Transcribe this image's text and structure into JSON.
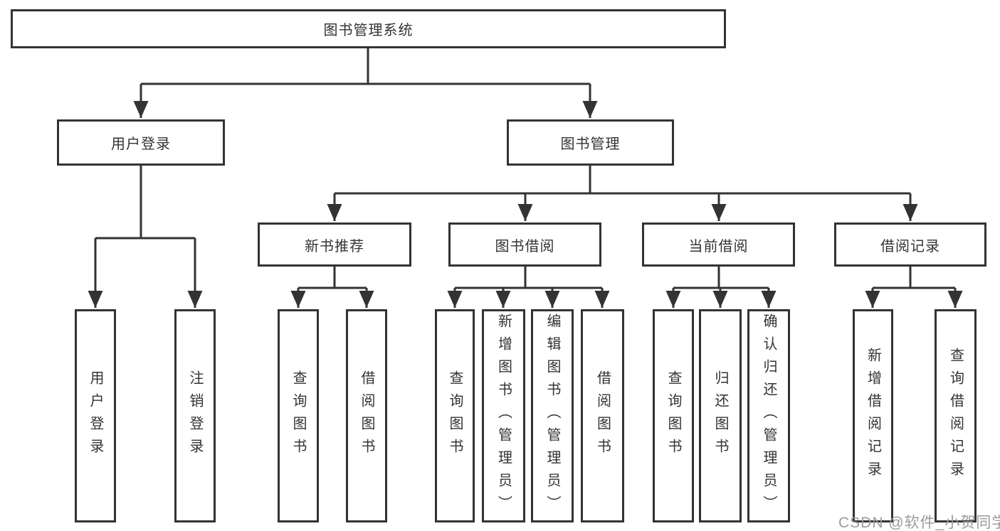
{
  "page": {
    "background": "#ffffff"
  },
  "colors": {
    "line": "#333333",
    "box_border": "#333333",
    "text": "#333333",
    "watermark": "#9b9b9b"
  },
  "watermark": {
    "text": "CSDN @软件_小贺同学"
  },
  "tree": {
    "root": {
      "label": "图书管理系统"
    },
    "level2": [
      {
        "id": "user-login",
        "label": "用户登录"
      },
      {
        "id": "book-management",
        "label": "图书管理"
      }
    ],
    "level3": [
      {
        "id": "new-book-recommend",
        "label": "新书推荐",
        "parent": "图书管理"
      },
      {
        "id": "book-borrowing",
        "label": "图书借阅",
        "parent": "图书管理"
      },
      {
        "id": "current-borrowing",
        "label": "当前借阅",
        "parent": "图书管理"
      },
      {
        "id": "borrowing-records",
        "label": "借阅记录",
        "parent": "图书管理"
      }
    ],
    "leaves": [
      {
        "id": "user-login-leaf",
        "label": "用户登录",
        "parent": "用户登录"
      },
      {
        "id": "logout",
        "label": "注销登录",
        "parent": "用户登录"
      },
      {
        "id": "query-books-recommend",
        "label": "查询图书",
        "parent": "新书推荐"
      },
      {
        "id": "borrow-books-recommend",
        "label": "借阅图书",
        "parent": "新书推荐"
      },
      {
        "id": "query-books-borrowing",
        "label": "查询图书",
        "parent": "图书借阅"
      },
      {
        "id": "add-books-admin",
        "label": "新增图书（管理员）",
        "parent": "图书借阅"
      },
      {
        "id": "edit-books-admin",
        "label": "编辑图书（管理员）",
        "parent": "图书借阅"
      },
      {
        "id": "borrow-books-borrowing",
        "label": "借阅图书",
        "parent": "图书借阅"
      },
      {
        "id": "query-books-current",
        "label": "查询图书",
        "parent": "当前借阅"
      },
      {
        "id": "return-books",
        "label": "归还图书",
        "parent": "当前借阅"
      },
      {
        "id": "confirm-return-admin",
        "label": "确认归还（管理员）",
        "parent": "当前借阅"
      },
      {
        "id": "add-borrow-record",
        "label": "新增借阅记录",
        "parent": "借阅记录"
      },
      {
        "id": "query-borrow-record",
        "label": "查询借阅记录",
        "parent": "借阅记录"
      }
    ]
  }
}
